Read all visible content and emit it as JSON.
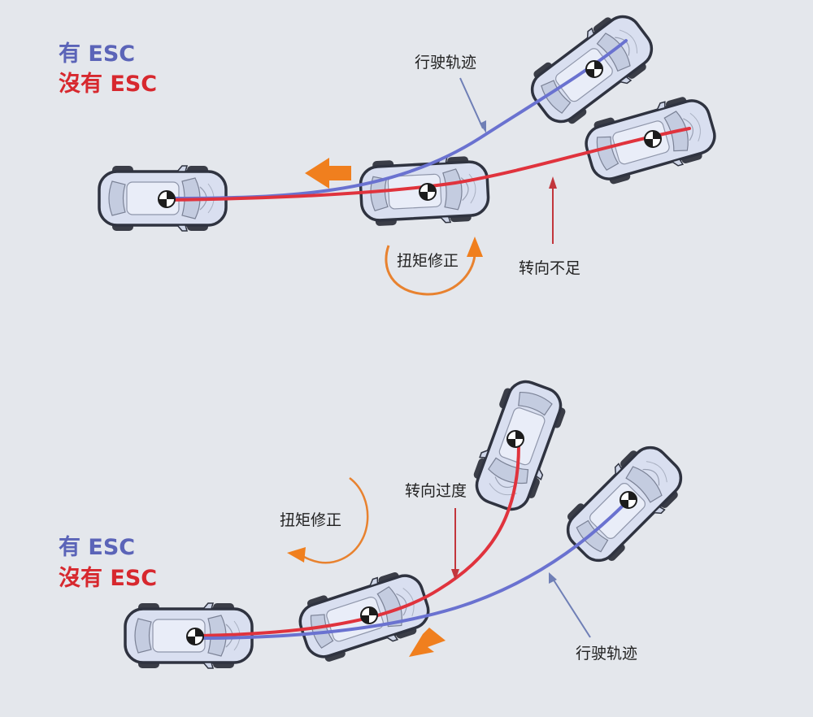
{
  "colors": {
    "background": "#e4e7ec",
    "with_esc": "#6a72d0",
    "without_esc": "#e0333d",
    "torque_arrow": "#e8822f",
    "pointer_blue": "#6f7fb6",
    "pointer_red": "#c2363c",
    "car_body": "#d9dff0",
    "car_outline": "#2f3340"
  },
  "icons": [
    "car-top-view-icon",
    "center-of-gravity-icon",
    "torque-arrow-icon",
    "direction-arrow-icon"
  ],
  "understeer": {
    "legend_with": "有 ESC",
    "legend_without": "沒有 ESC",
    "label_path": "行驶轨迹",
    "label_torque": "扭矩修正",
    "label_understeer": "转向不足"
  },
  "oversteer": {
    "legend_with": "有 ESC",
    "legend_without": "沒有 ESC",
    "label_oversteer": "转向过度",
    "label_torque": "扭矩修正",
    "label_path": "行驶轨迹"
  }
}
